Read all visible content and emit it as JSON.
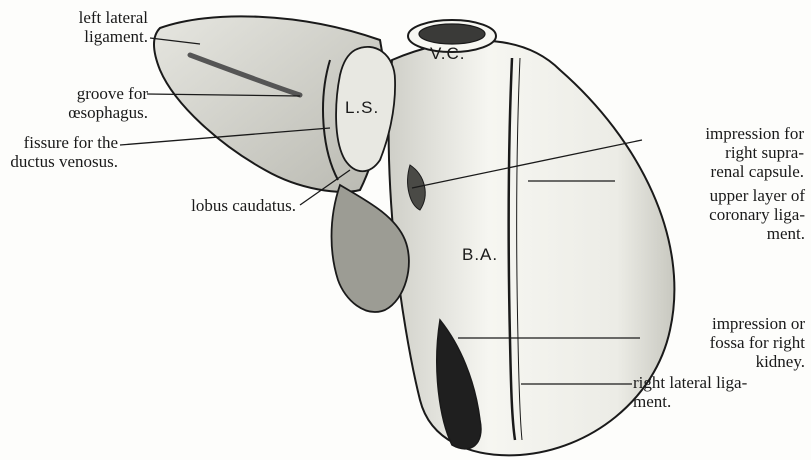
{
  "labels": {
    "left_lateral_ligament": "left lateral\nligament.",
    "groove_oesophagus": "groove for\nœsophagus.",
    "fissure_ductus": "fissure for the\nductus venosus.",
    "lobus_caudatus": "lobus caudatus.",
    "impression_suprarenal": "impression     for\nright     supra-\nrenal capsule.",
    "coronary_ligament": "upper  layer  of\ncoronary  liga-\nment.",
    "impression_kidney": "impression     or\nfossa for right\nkidney.",
    "right_lateral_ligament": "right lateral liga-\nment."
  },
  "regions": {
    "vc": "V.C.",
    "ls": "L.S.",
    "ba": "B.A."
  },
  "colors": {
    "ink": "#1a1a1a",
    "liver": "#f3f3ee",
    "shade": "#bdbdb6",
    "dark": "#2a2a2a"
  }
}
